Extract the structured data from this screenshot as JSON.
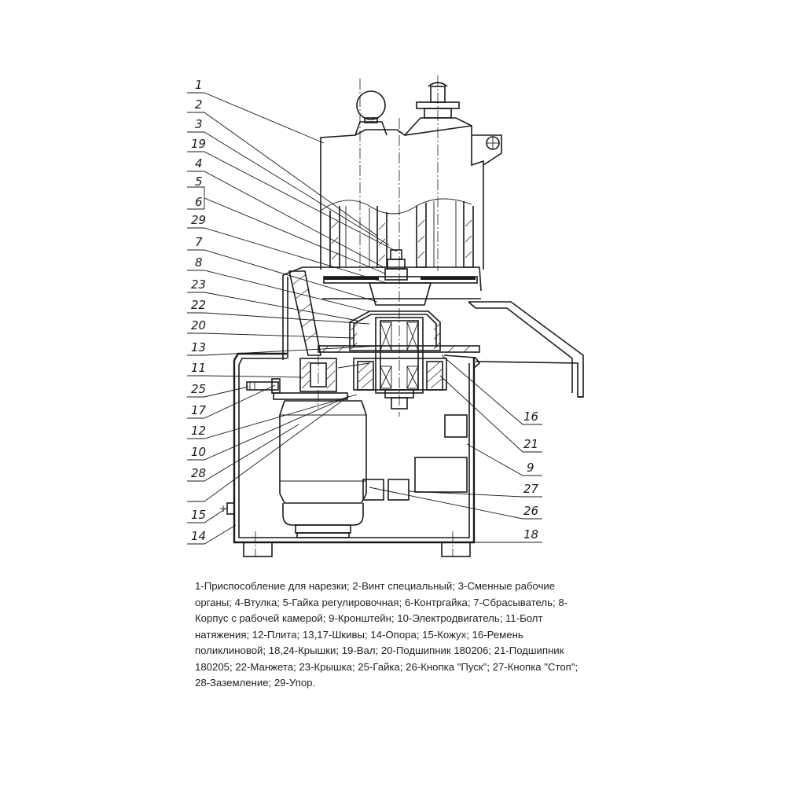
{
  "callouts_left": [
    "1",
    "2",
    "3",
    "19",
    "4",
    "5",
    "6",
    "29",
    "7",
    "8",
    "23",
    "22",
    "20",
    "13",
    "11",
    "25",
    "17",
    "12",
    "10",
    "28",
    "15",
    "14"
  ],
  "callouts_right": [
    "16",
    "21",
    "9",
    "27",
    "26",
    "18"
  ],
  "legend": "1-Приспособление для нарезки; 2-Винт специальный; 3-Сменные рабочие органы; 4-Втулка; 5-Гайка регулировочная; 6-Контргайка; 7-Сбрасыватель; 8-Корпус с рабочей камерой; 9-Кронштейн; 10-Электродвигатель; 11-Болт натяжения; 12-Плита; 13,17-Шкивы; 14-Опора; 15-Кожух; 16-Ремень поликлиновой; 18,24-Крышки; 19-Вал; 20-Подшипник 180206; 21-Подшипник 180205; 22-Манжета; 23-Крышка; 25-Гайка; 26-Кнопка \"Пуск\"; 27-Кнопка \"Стоп\"; 28-Заземление; 29-Упор."
}
